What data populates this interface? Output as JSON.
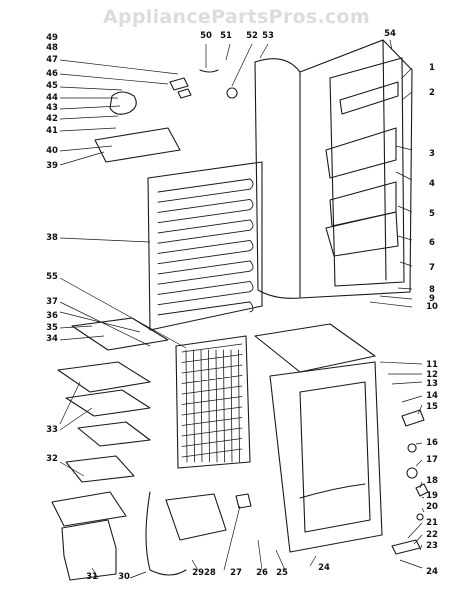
{
  "watermark": "AppliancePartsPros.com",
  "callouts": [
    "1",
    "2",
    "3",
    "4",
    "5",
    "6",
    "7",
    "8",
    "9",
    "10",
    "11",
    "12",
    "13",
    "14",
    "15",
    "16",
    "17",
    "18",
    "19",
    "20",
    "21",
    "22",
    "23",
    "24",
    "24",
    "25",
    "26",
    "2928",
    "27",
    "30",
    "31",
    "32",
    "33",
    "34",
    "35",
    "36",
    "37",
    "38",
    "39",
    "40",
    "41",
    "42",
    "43",
    "44",
    "45",
    "46",
    "47",
    "48",
    "49",
    "50",
    "51",
    "52",
    "53",
    "54",
    "55"
  ]
}
